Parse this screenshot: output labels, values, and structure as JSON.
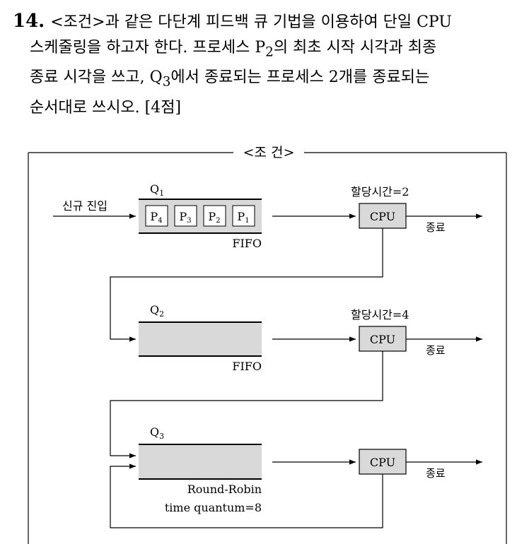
{
  "question": {
    "number": "14.",
    "line1": "<조건>과 같은 다단계 피드백 큐 기법을 이용하여 단일 CPU",
    "line2a": "스케줄링을 하고자 한다. 프로세스 P",
    "line2sub": "2",
    "line2b": "의 최초 시작 시각과 최종",
    "line3a": "종료 시각을 쓰고, Q",
    "line3sub": "3",
    "line3b": "에서 종료되는 프로세스 2개를 종료되는",
    "line4": "순서대로 쓰시오. [4점]"
  },
  "condition": {
    "title": "<조 건>",
    "new_entry": "신규 진입",
    "q1": {
      "label": "Q",
      "sub": "1",
      "policy": "FIFO",
      "quantum": "할당시간=2",
      "processes": [
        {
          "p": "P",
          "sub": "4"
        },
        {
          "p": "P",
          "sub": "3"
        },
        {
          "p": "P",
          "sub": "2"
        },
        {
          "p": "P",
          "sub": "1"
        }
      ]
    },
    "q2": {
      "label": "Q",
      "sub": "2",
      "policy": "FIFO",
      "quantum": "할당시간=4"
    },
    "q3": {
      "label": "Q",
      "sub": "3",
      "policy": "Round-Robin",
      "policy2": "time quantum=8"
    },
    "cpu": "CPU",
    "exit": "종료"
  }
}
